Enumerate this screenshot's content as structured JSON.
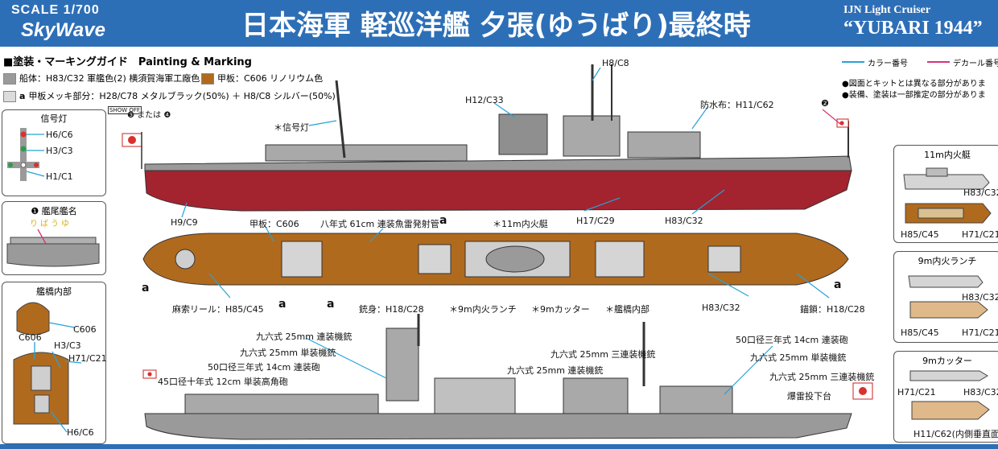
{
  "header": {
    "scale": "SCALE 1/700",
    "brand": "SkyWave",
    "title": "日本海軍 軽巡洋艦 夕張(ゆうばり)最終時",
    "subtitle_small": "IJN Light Cruiser",
    "subtitle_large": "“YUBARI 1944”"
  },
  "guide": {
    "title": "■塗装・マーキングガイド　Painting & Marking",
    "legend": [
      {
        "text": "船体：H83/C32 軍艦色(2) 横須賀海軍工廠色",
        "color": "#9a9a9a"
      },
      {
        "text": "甲板：C606 リノリウム色",
        "color": "#b06a1e"
      },
      {
        "text": "甲板メッキ部分：H28/C78 メタルブラック(50%) ＋ H8/C8 シルバー(50%)",
        "color": "#dcdcdc"
      }
    ],
    "legend_letter": "a",
    "key_color": "カラー番号",
    "key_decal": "デカール番号",
    "notes": [
      "●図面とキットとは異なる部分がありま",
      "●装備、塗装は一部推定の部分がありま"
    ]
  },
  "signal_panel": {
    "title": "信号灯",
    "labels": [
      "H6/C6",
      "H3/C3",
      "H1/C1"
    ]
  },
  "stern_panel": {
    "title": "❶ 艦尾艦名",
    "name_text": "りばうゆ"
  },
  "bridge_panel": {
    "title": "艦橋内部",
    "labels": [
      "C606",
      "C606",
      "H3/C3",
      "H71/C21",
      "H6/C6"
    ]
  },
  "boats": [
    {
      "title": "11m内火艇",
      "labels": [
        "H83/C32",
        "H85/C45",
        "H71/C21"
      ]
    },
    {
      "title": "9m内火ランチ",
      "labels": [
        "H83/C32",
        "H85/C45",
        "H71/C21"
      ]
    },
    {
      "title": "9mカッター",
      "labels": [
        "H71/C21",
        "H83/C32",
        "H11/C62(内側垂直面)"
      ]
    }
  ],
  "side_view": {
    "decal_options": "❸ または ❹",
    "decal_badge": "SHOW OFF",
    "decal_2": "❷",
    "labels": {
      "h8c8": "H8/C8",
      "h12c33": "H12/C33",
      "tarp": "防水布：H11/C62",
      "signal": "＊信号灯",
      "h9c9": "H9/C9",
      "h17c29": "H17/C29",
      "h83c32": "H83/C32"
    }
  },
  "top_view": {
    "labels": {
      "deck": "甲板：C606",
      "torpedo": "八年式 61cm 連装魚雷発射管",
      "a": "a",
      "boat11": "＊11m内火艇",
      "rope": "麻索リール：H85/C45",
      "barrel": "銃身：H18/C28",
      "launch9": "＊9m内火ランチ",
      "cutter9": "＊9mカッター",
      "bridge_in": "＊艦橋内部",
      "h83c32": "H83/C32",
      "anchor": "錨鎖：H18/C28"
    }
  },
  "bottom_view": {
    "labels": {
      "mg_twin_a": "九六式 25mm 連装機銃",
      "mg_single_a": "九六式 25mm 単装機銃",
      "gun14_twin": "50口径三年式 14cm 連装砲",
      "gun12": "45口径十年式 12cm 単装高角砲",
      "mg_twin_b": "九六式 25mm 連装機銃",
      "mg_triple_a": "九六式 25mm 三連装機銃",
      "gun14_single": "50口径三年式 14cm 連装砲",
      "mg_single_b": "九六式 25mm 単装機銃",
      "mg_triple_b": "九六式 25mm 三連装機銃",
      "depth": "爆雷投下台"
    }
  },
  "colors": {
    "header": "#2d6fb7",
    "hull_gray": "#9a9a9a",
    "red_hull": "#a3232f",
    "deck": "#b06a1e",
    "line_color": "#27a2d6",
    "line_decal": "#d6337a"
  }
}
